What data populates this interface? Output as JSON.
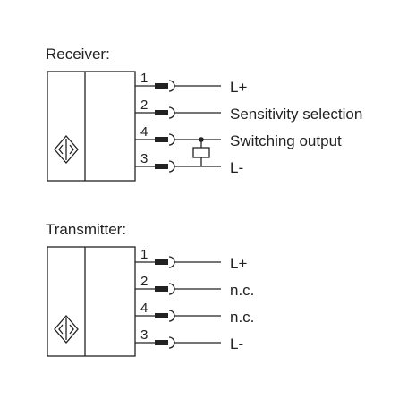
{
  "colors": {
    "line": "#222222",
    "background": "#ffffff"
  },
  "icons": {
    "sensor_symbol": "diamond-icon",
    "connector": "pin-connector-icon",
    "contact": "switch-contact-icon"
  },
  "receiver": {
    "title": "Receiver:",
    "pins": [
      {
        "number": "1",
        "label": "L+"
      },
      {
        "number": "2",
        "label": "Sensitivity selection"
      },
      {
        "number": "4",
        "label": "Switching output"
      },
      {
        "number": "3",
        "label": "L-"
      }
    ]
  },
  "transmitter": {
    "title": "Transmitter:",
    "pins": [
      {
        "number": "1",
        "label": "L+"
      },
      {
        "number": "2",
        "label": "n.c."
      },
      {
        "number": "4",
        "label": "n.c."
      },
      {
        "number": "3",
        "label": "L-"
      }
    ]
  }
}
